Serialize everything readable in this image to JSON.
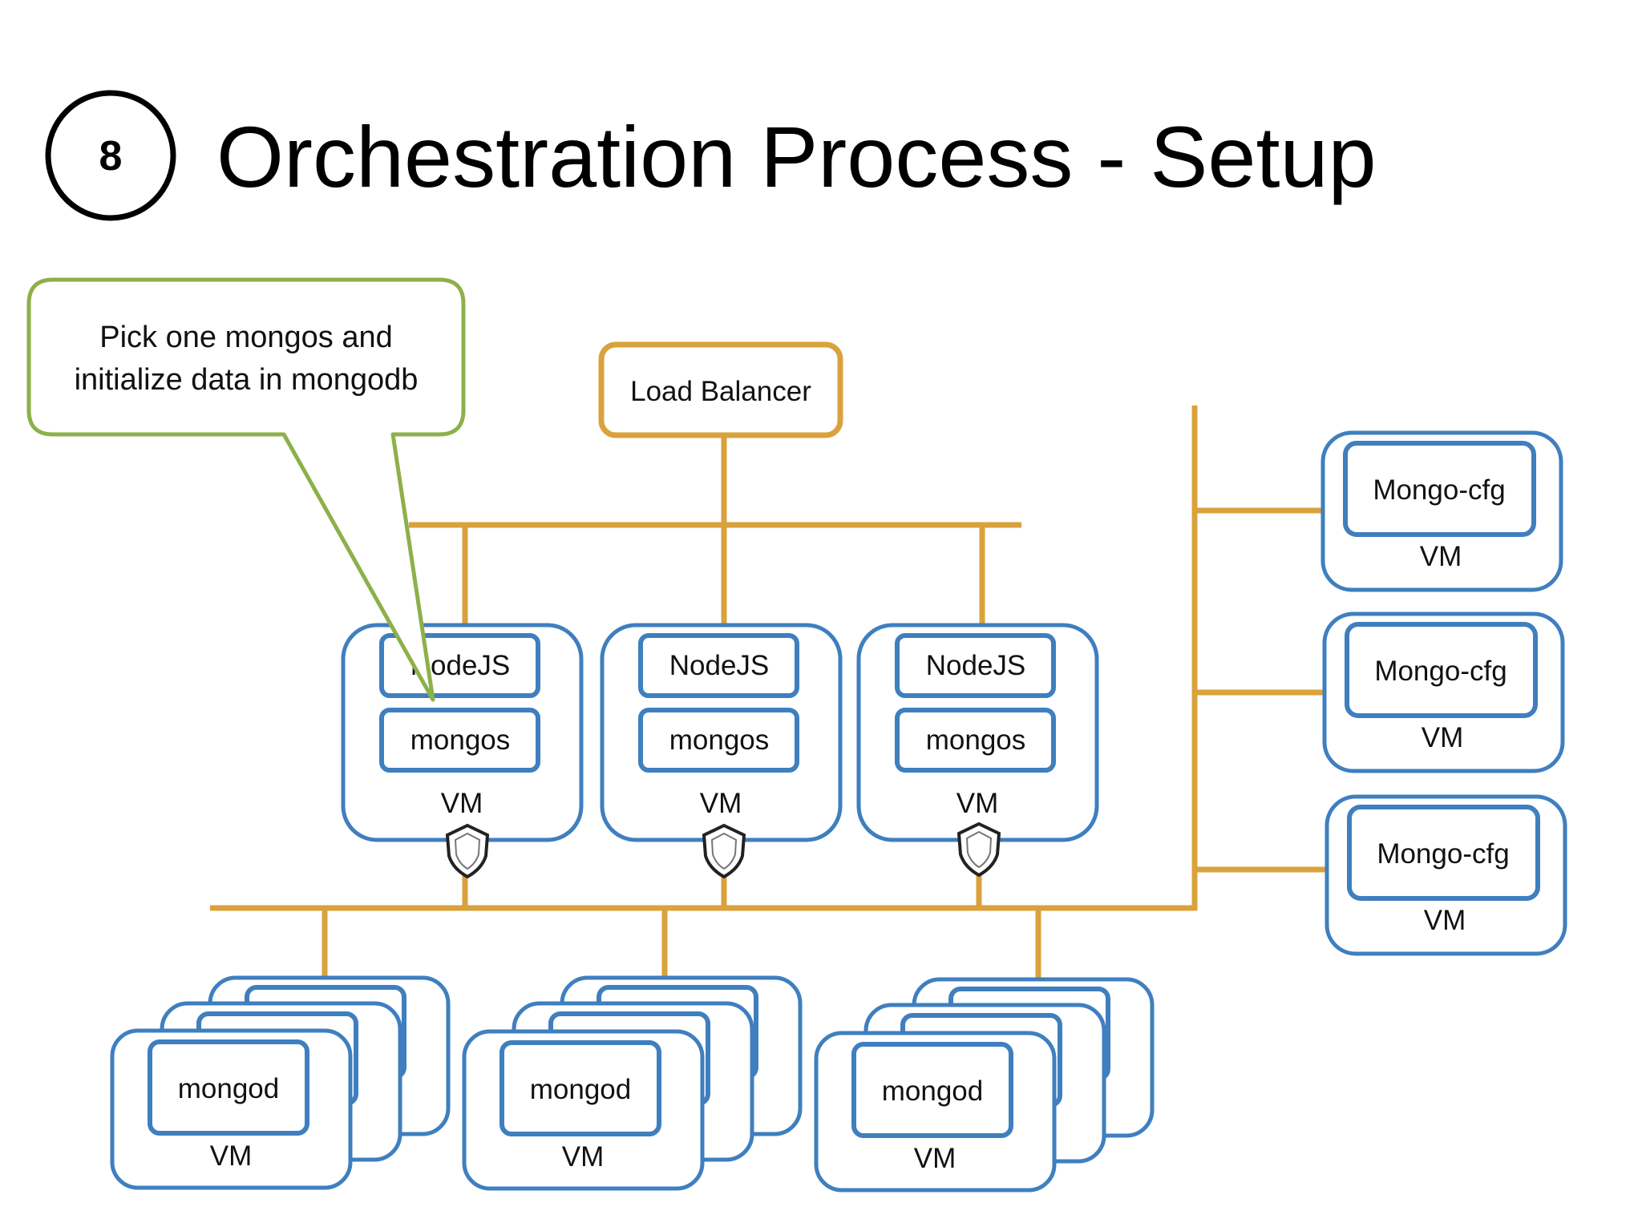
{
  "slide": {
    "step_number": "8",
    "title": "Orchestration Process - Setup"
  },
  "callout": {
    "line1": "Pick one mongos and",
    "line2": "initialize data in mongodb"
  },
  "load_balancer": {
    "label": "Load Balancer"
  },
  "app_vms": [
    {
      "nodejs_label": "NodeJS",
      "mongos_label": "mongos",
      "vm_label": "VM"
    },
    {
      "nodejs_label": "NodeJS",
      "mongos_label": "mongos",
      "vm_label": "VM"
    },
    {
      "nodejs_label": "NodeJS",
      "mongos_label": "mongos",
      "vm_label": "VM"
    }
  ],
  "config_vms": [
    {
      "service_label": "Mongo-cfg",
      "vm_label": "VM"
    },
    {
      "service_label": "Mongo-cfg",
      "vm_label": "VM"
    },
    {
      "service_label": "Mongo-cfg",
      "vm_label": "VM"
    }
  ],
  "shard_vms": [
    {
      "service_label": "mongod",
      "vm_label": "VM"
    },
    {
      "service_label": "mongod",
      "vm_label": "VM"
    },
    {
      "service_label": "mongod",
      "vm_label": "VM"
    }
  ],
  "colors": {
    "network_line": "#D9A23C",
    "vm_border": "#3F7FBF",
    "callout_border": "#8DB04A",
    "text": "#111111"
  }
}
